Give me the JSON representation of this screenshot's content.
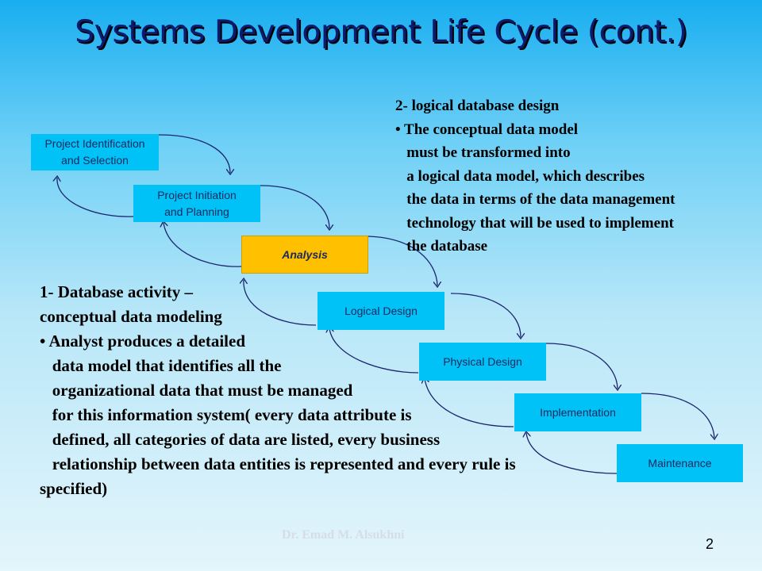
{
  "slide": {
    "title": "Systems Development Life Cycle  (cont.)",
    "page_number": "2",
    "watermark": "Dr. Emad M. Alsukhni"
  },
  "phases": [
    {
      "label": "Project Identification\nand Selection",
      "highlight": false
    },
    {
      "label": "Project Initiation\nand Planning",
      "highlight": false
    },
    {
      "label": "Analysis",
      "highlight": true
    },
    {
      "label": "Logical Design",
      "highlight": false
    },
    {
      "label": "Physical Design",
      "highlight": false
    },
    {
      "label": "Implementation",
      "highlight": false
    },
    {
      "label": "Maintenance",
      "highlight": false
    }
  ],
  "right_note": {
    "lines": [
      "2- logical database design",
      "• The conceptual data model",
      "   must be transformed into",
      "   a logical data model, which describes",
      "   the data in terms of the data management",
      "   technology that will be used to implement",
      "   the database"
    ]
  },
  "left_note": {
    "lines": [
      "1- Database activity –",
      "conceptual data modeling",
      "• Analyst produces a detailed",
      "   data model that identifies all the",
      "   organizational data that must be managed",
      "   for this information system( every data attribute is",
      "   defined, all categories of data are listed, every business",
      "   relationship between data entities is represented and every rule is",
      "specified)"
    ]
  },
  "colors": {
    "phase_box": "#00c2f7",
    "active_phase": "#ffc000",
    "title": "#0d1b6e",
    "arrow": "#1c2570"
  }
}
